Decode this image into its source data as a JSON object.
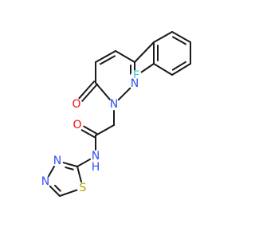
{
  "molecule": {
    "atoms": [
      {
        "id": "C1",
        "label": "",
        "color": "#1a1a1a"
      },
      {
        "id": "C2",
        "label": "",
        "color": "#1a1a1a"
      },
      {
        "id": "C3",
        "label": "",
        "color": "#1a1a1a"
      },
      {
        "id": "C4",
        "label": "",
        "color": "#1a1a1a"
      },
      {
        "id": "C5",
        "label": "",
        "color": "#1a1a1a"
      },
      {
        "id": "C6",
        "label": "",
        "color": "#1a1a1a"
      },
      {
        "id": "F1",
        "label": "F",
        "color": "#33cccc"
      },
      {
        "id": "C7",
        "label": "",
        "color": "#1a1a1a"
      },
      {
        "id": "C8",
        "label": "",
        "color": "#1a1a1a"
      },
      {
        "id": "C9",
        "label": "",
        "color": "#1a1a1a"
      },
      {
        "id": "C10",
        "label": "",
        "color": "#1a1a1a"
      },
      {
        "id": "O1",
        "label": "O",
        "color": "#ff0d0d"
      },
      {
        "id": "N1",
        "label": "N",
        "color": "#3050f8"
      },
      {
        "id": "N2",
        "label": "N",
        "color": "#3050f8"
      },
      {
        "id": "C11",
        "label": "",
        "color": "#1a1a1a"
      },
      {
        "id": "C12",
        "label": "",
        "color": "#1a1a1a"
      },
      {
        "id": "O2",
        "label": "O",
        "color": "#ff0d0d"
      },
      {
        "id": "N3",
        "label": "N",
        "color": "#3050f8"
      },
      {
        "id": "H1",
        "label": "H",
        "color": "#3050f8"
      },
      {
        "id": "C13",
        "label": "",
        "color": "#1a1a1a"
      },
      {
        "id": "S1",
        "label": "S",
        "color": "#b8a000"
      },
      {
        "id": "C14",
        "label": "",
        "color": "#1a1a1a"
      },
      {
        "id": "N4",
        "label": "N",
        "color": "#3050f8"
      },
      {
        "id": "N5",
        "label": "N",
        "color": "#3050f8"
      }
    ],
    "bonds": [
      {
        "a": "C1",
        "b": "C2",
        "order": 2
      },
      {
        "a": "C2",
        "b": "C3",
        "order": 1
      },
      {
        "a": "C3",
        "b": "C4",
        "order": 2
      },
      {
        "a": "C4",
        "b": "C5",
        "order": 1
      },
      {
        "a": "C5",
        "b": "C6",
        "order": 2
      },
      {
        "a": "C6",
        "b": "C1",
        "order": 1
      },
      {
        "a": "C5",
        "b": "F1",
        "order": 1
      },
      {
        "a": "C6",
        "b": "C7",
        "order": 1
      },
      {
        "a": "C7",
        "b": "C8",
        "order": 1
      },
      {
        "a": "C8",
        "b": "C9",
        "order": 2
      },
      {
        "a": "C9",
        "b": "C10",
        "order": 1
      },
      {
        "a": "C10",
        "b": "O1",
        "order": 2
      },
      {
        "a": "C10",
        "b": "N1",
        "order": 1
      },
      {
        "a": "N1",
        "b": "N2",
        "order": 1
      },
      {
        "a": "N2",
        "b": "C7",
        "order": 2
      },
      {
        "a": "N1",
        "b": "C11",
        "order": 1
      },
      {
        "a": "C11",
        "b": "C12",
        "order": 1
      },
      {
        "a": "C12",
        "b": "O2",
        "order": 2
      },
      {
        "a": "C12",
        "b": "N3",
        "order": 1
      },
      {
        "a": "N3",
        "b": "C13",
        "order": 1
      },
      {
        "a": "C13",
        "b": "S1",
        "order": 1
      },
      {
        "a": "S1",
        "b": "C14",
        "order": 1
      },
      {
        "a": "C14",
        "b": "N4",
        "order": 2
      },
      {
        "a": "N4",
        "b": "N5",
        "order": 1
      },
      {
        "a": "N5",
        "b": "C13",
        "order": 2
      }
    ]
  }
}
